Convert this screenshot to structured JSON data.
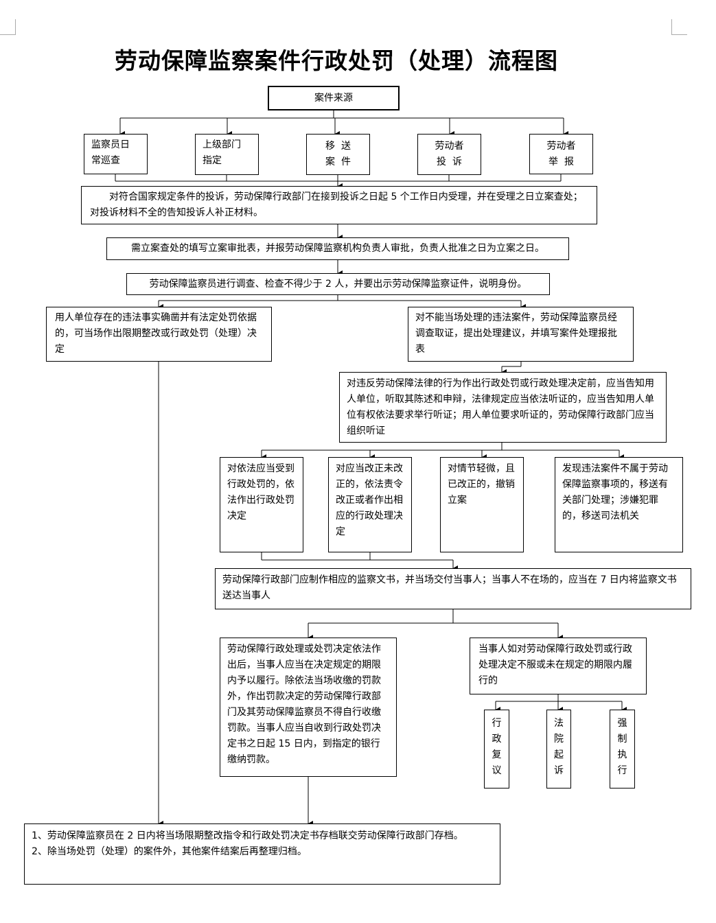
{
  "title": "劳动保障监察案件行政处罚（处理）流程图",
  "colors": {
    "line": "#000000",
    "background": "#ffffff",
    "page_corner": "#aaaaaa"
  },
  "nodes": {
    "case_source": "案件来源",
    "src_patrol": "监察员日\n常巡查",
    "src_superior": "上级部门\n指定",
    "src_transfer": "移  送\n案  件",
    "src_complaint": "劳动者\n投  诉",
    "src_report": "劳动者\n举  报",
    "accept": "　　对符合国家规定条件的投诉，劳动保障行政部门在接到投诉之日起 5 个工作日内受理，并在受理之日立案查处；对投诉材料不全的告知投诉人补正材料。",
    "approve": "需立案查处的填写立案审批表，并报劳动保障监察机构负责人审批，负责人批准之日为立案之日。",
    "investigate": "劳动保障监察员进行调查、检查不得少于 2 人，并要出示劳动保障监察证件，说明身份。",
    "onsite": "用人单位存在的违法事实确凿并有法定处罚依据的，可当场作出限期整改或行政处罚（处理）决定",
    "not_onsite": "对不能当场处理的违法案件，劳动保障监察员经调查取证，提出处理建议，并填写案件处理报批表",
    "hearing": "对违反劳动保障法律的行为作出行政处罚或行政处理决定前，应当告知用人单位，听取其陈述和申辩，法律规定应当依法听证的，应当告知用人单位有权依法要求举行听证；用人单位要求听证的，劳动保障行政部门应当组织听证",
    "d_penalty": "对依法应当受到行政处罚的，依法作出行政处罚决定",
    "d_correct": "对应当改正未改正的，依法责令改正或者作出相应的行政处理决定",
    "d_revoke": "对情节轻微，且已改正的，撤销立案",
    "d_transfer": "发现违法案件不属于劳动保障监察事项的，移送有关部门处理；涉嫌犯罪的，移送司法机关",
    "document": "劳动保障行政部门应制作相应的监察文书，并当场交付当事人；当事人不在场的，应当在 7 日内将监察文书送达当事人",
    "perform": "劳动保障行政处理或处罚决定依法作出后，当事人应当在决定规定的期限内予以履行。除依法当场收缴的罚款外，作出罚款决定的劳动保障行政部门及其劳动保障监察员不得自行收缴罚款。当事人应当自收到行政处罚决定书之日起 15 日内，到指定的银行缴纳罚款。",
    "dispute": "当事人如对劳动保障行政处罚或行政处理决定不服或未在规定的期限内履行的",
    "reconsider": "行政复议",
    "lawsuit": "法院起诉",
    "enforce": "强制执行",
    "archive": "1、劳动保障监察员在 2 日内将当场限期整改指令和行政处罚决定书存档联交劳动保障行政部门存档。\n2、除当场处罚（处理）的案件外，其他案件结案后再整理归档。"
  }
}
